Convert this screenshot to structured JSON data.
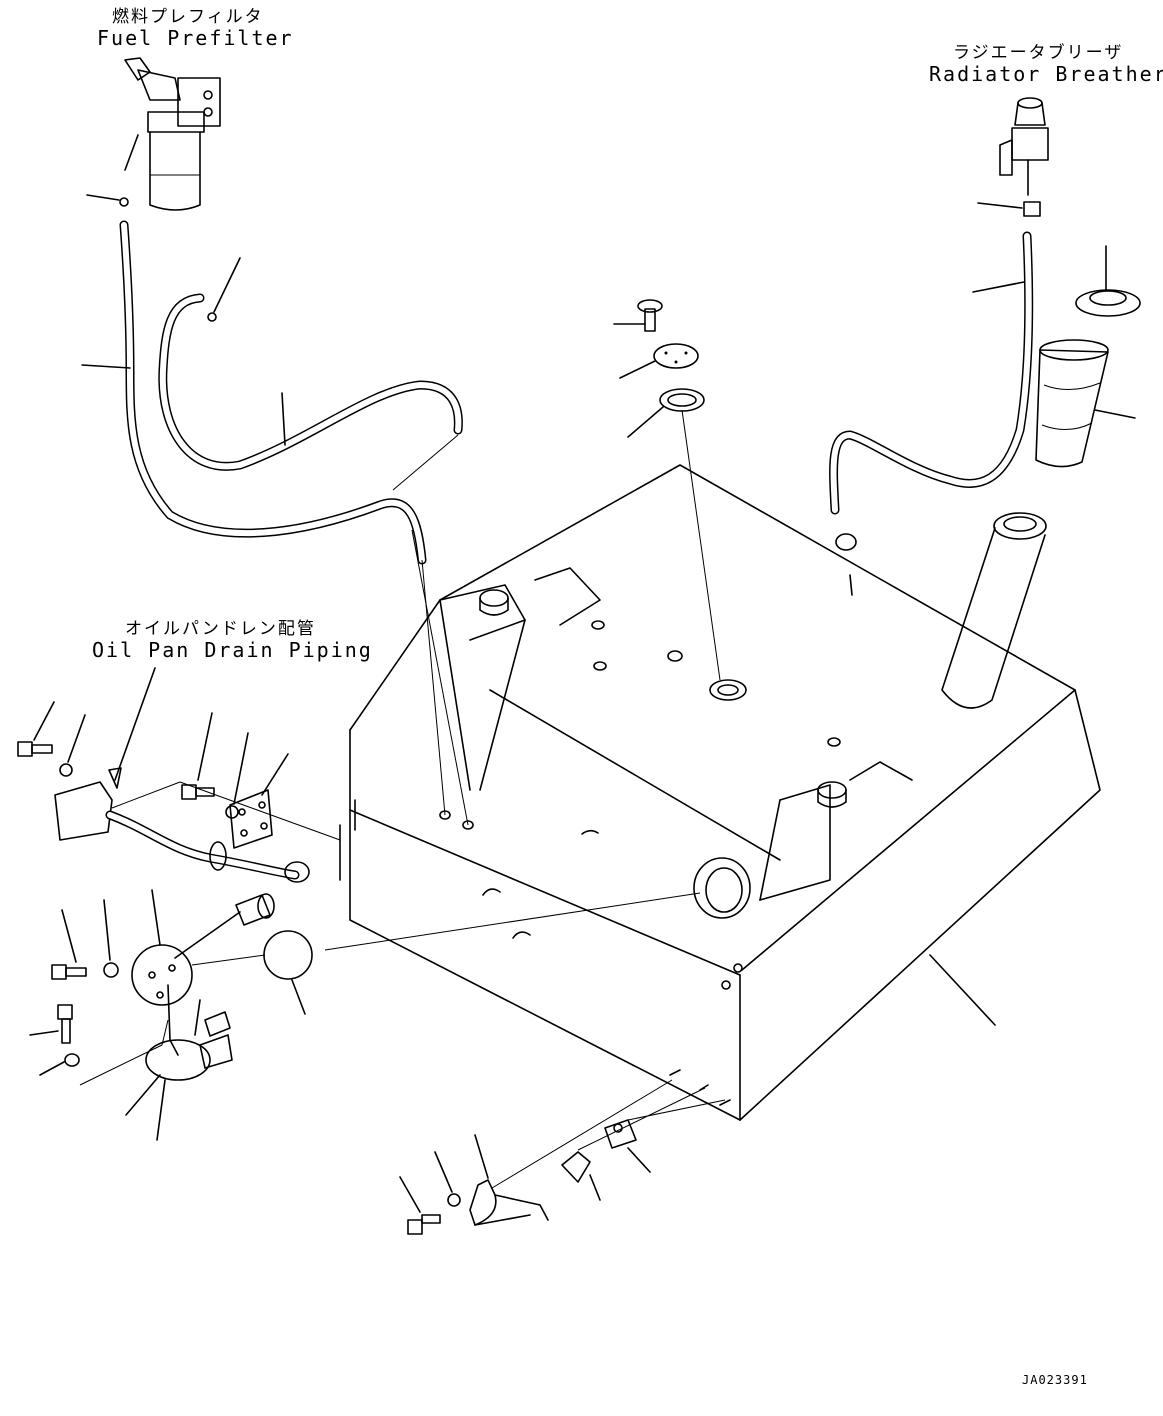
{
  "labels": {
    "fuel_prefilter_jp": "燃料プレフィルタ",
    "fuel_prefilter_en": "Fuel Prefilter",
    "radiator_breather_jp": "ラジエータブリーザ",
    "radiator_breather_en": "Radiator Breather",
    "oil_pan_drain_jp": "オイルパンドレン配管",
    "oil_pan_drain_en": "Oil Pan Drain Piping",
    "drawing_code": "JA023391"
  },
  "colors": {
    "line": "#000000",
    "background": "#ffffff"
  }
}
